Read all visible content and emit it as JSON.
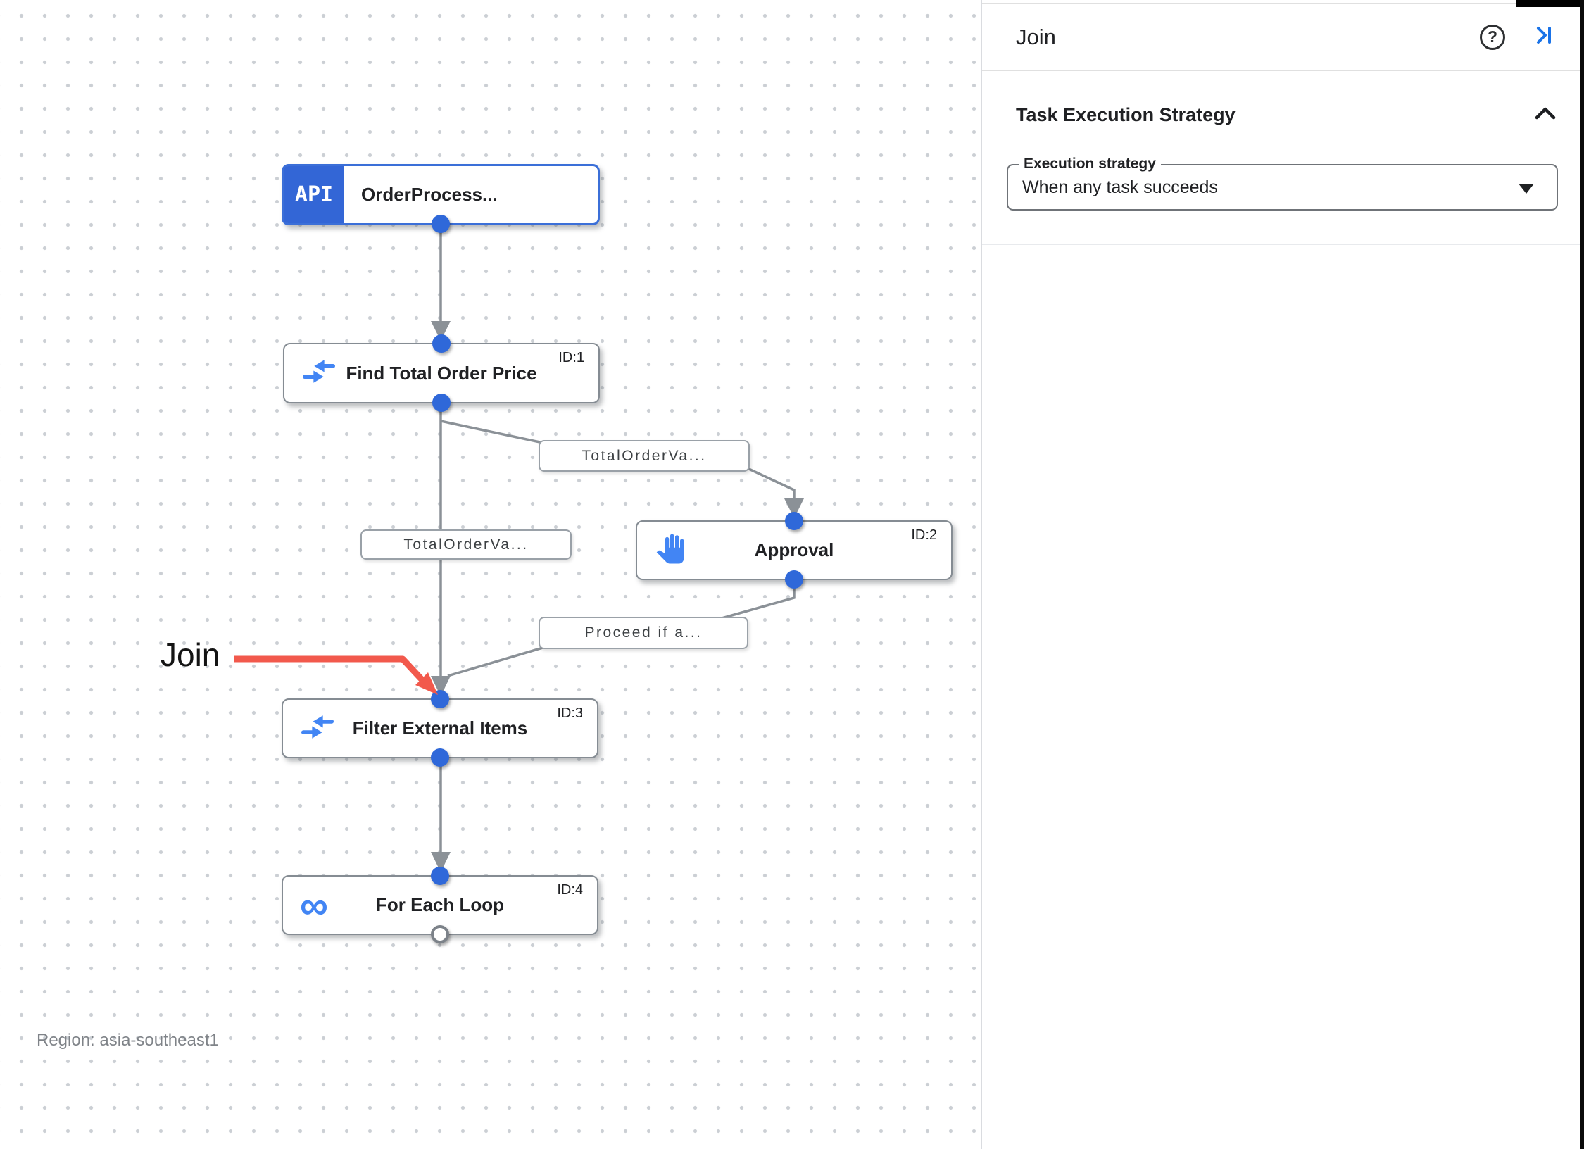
{
  "canvas": {
    "region_label": "Region: asia-southeast1",
    "annotation_label": "Join",
    "nodes": {
      "trigger": {
        "badge": "API",
        "title": "OrderProcess..."
      },
      "task1": {
        "title": "Find Total Order Price",
        "id_label": "ID:1"
      },
      "task2": {
        "title": "Approval",
        "id_label": "ID:2"
      },
      "task3": {
        "title": "Filter External Items",
        "id_label": "ID:3"
      },
      "task4": {
        "title": "For Each Loop",
        "id_label": "ID:4"
      }
    },
    "edge_labels": {
      "to_approval": "TotalOrderVa...",
      "to_filter": "TotalOrderVa...",
      "from_approval": "Proceed if a..."
    }
  },
  "panel": {
    "title": "Join",
    "section_heading": "Task Execution Strategy",
    "field_label": "Execution strategy",
    "field_value": "When any task succeeds"
  },
  "icons": {
    "help": "?",
    "loop": "∞"
  },
  "colors": {
    "accent_blue": "#1a73e8",
    "icon_blue": "#4285f4",
    "port_blue": "#2f68d9",
    "badge_blue": "#3366d6",
    "node_border_gray": "#858c93",
    "edge_gray": "#8b9197",
    "annotation_red": "#f2594c"
  }
}
